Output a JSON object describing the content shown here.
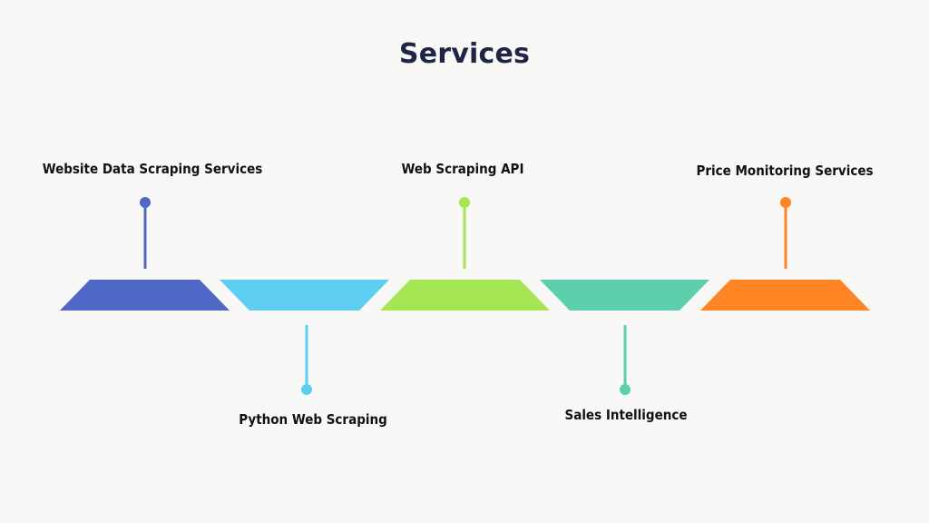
{
  "title": "Services",
  "timeline": {
    "items": [
      {
        "label": "Website Data Scraping Services",
        "color": "#4f67c6",
        "position": "above"
      },
      {
        "label": "Python Web Scraping",
        "color": "#5ecdf2",
        "position": "below"
      },
      {
        "label": "Web Scraping API",
        "color": "#a4e653",
        "position": "above"
      },
      {
        "label": "Sales Intelligence",
        "color": "#5ccfac",
        "position": "below"
      },
      {
        "label": "Price Monitoring Services",
        "color": "#ff8424",
        "position": "above"
      }
    ]
  }
}
